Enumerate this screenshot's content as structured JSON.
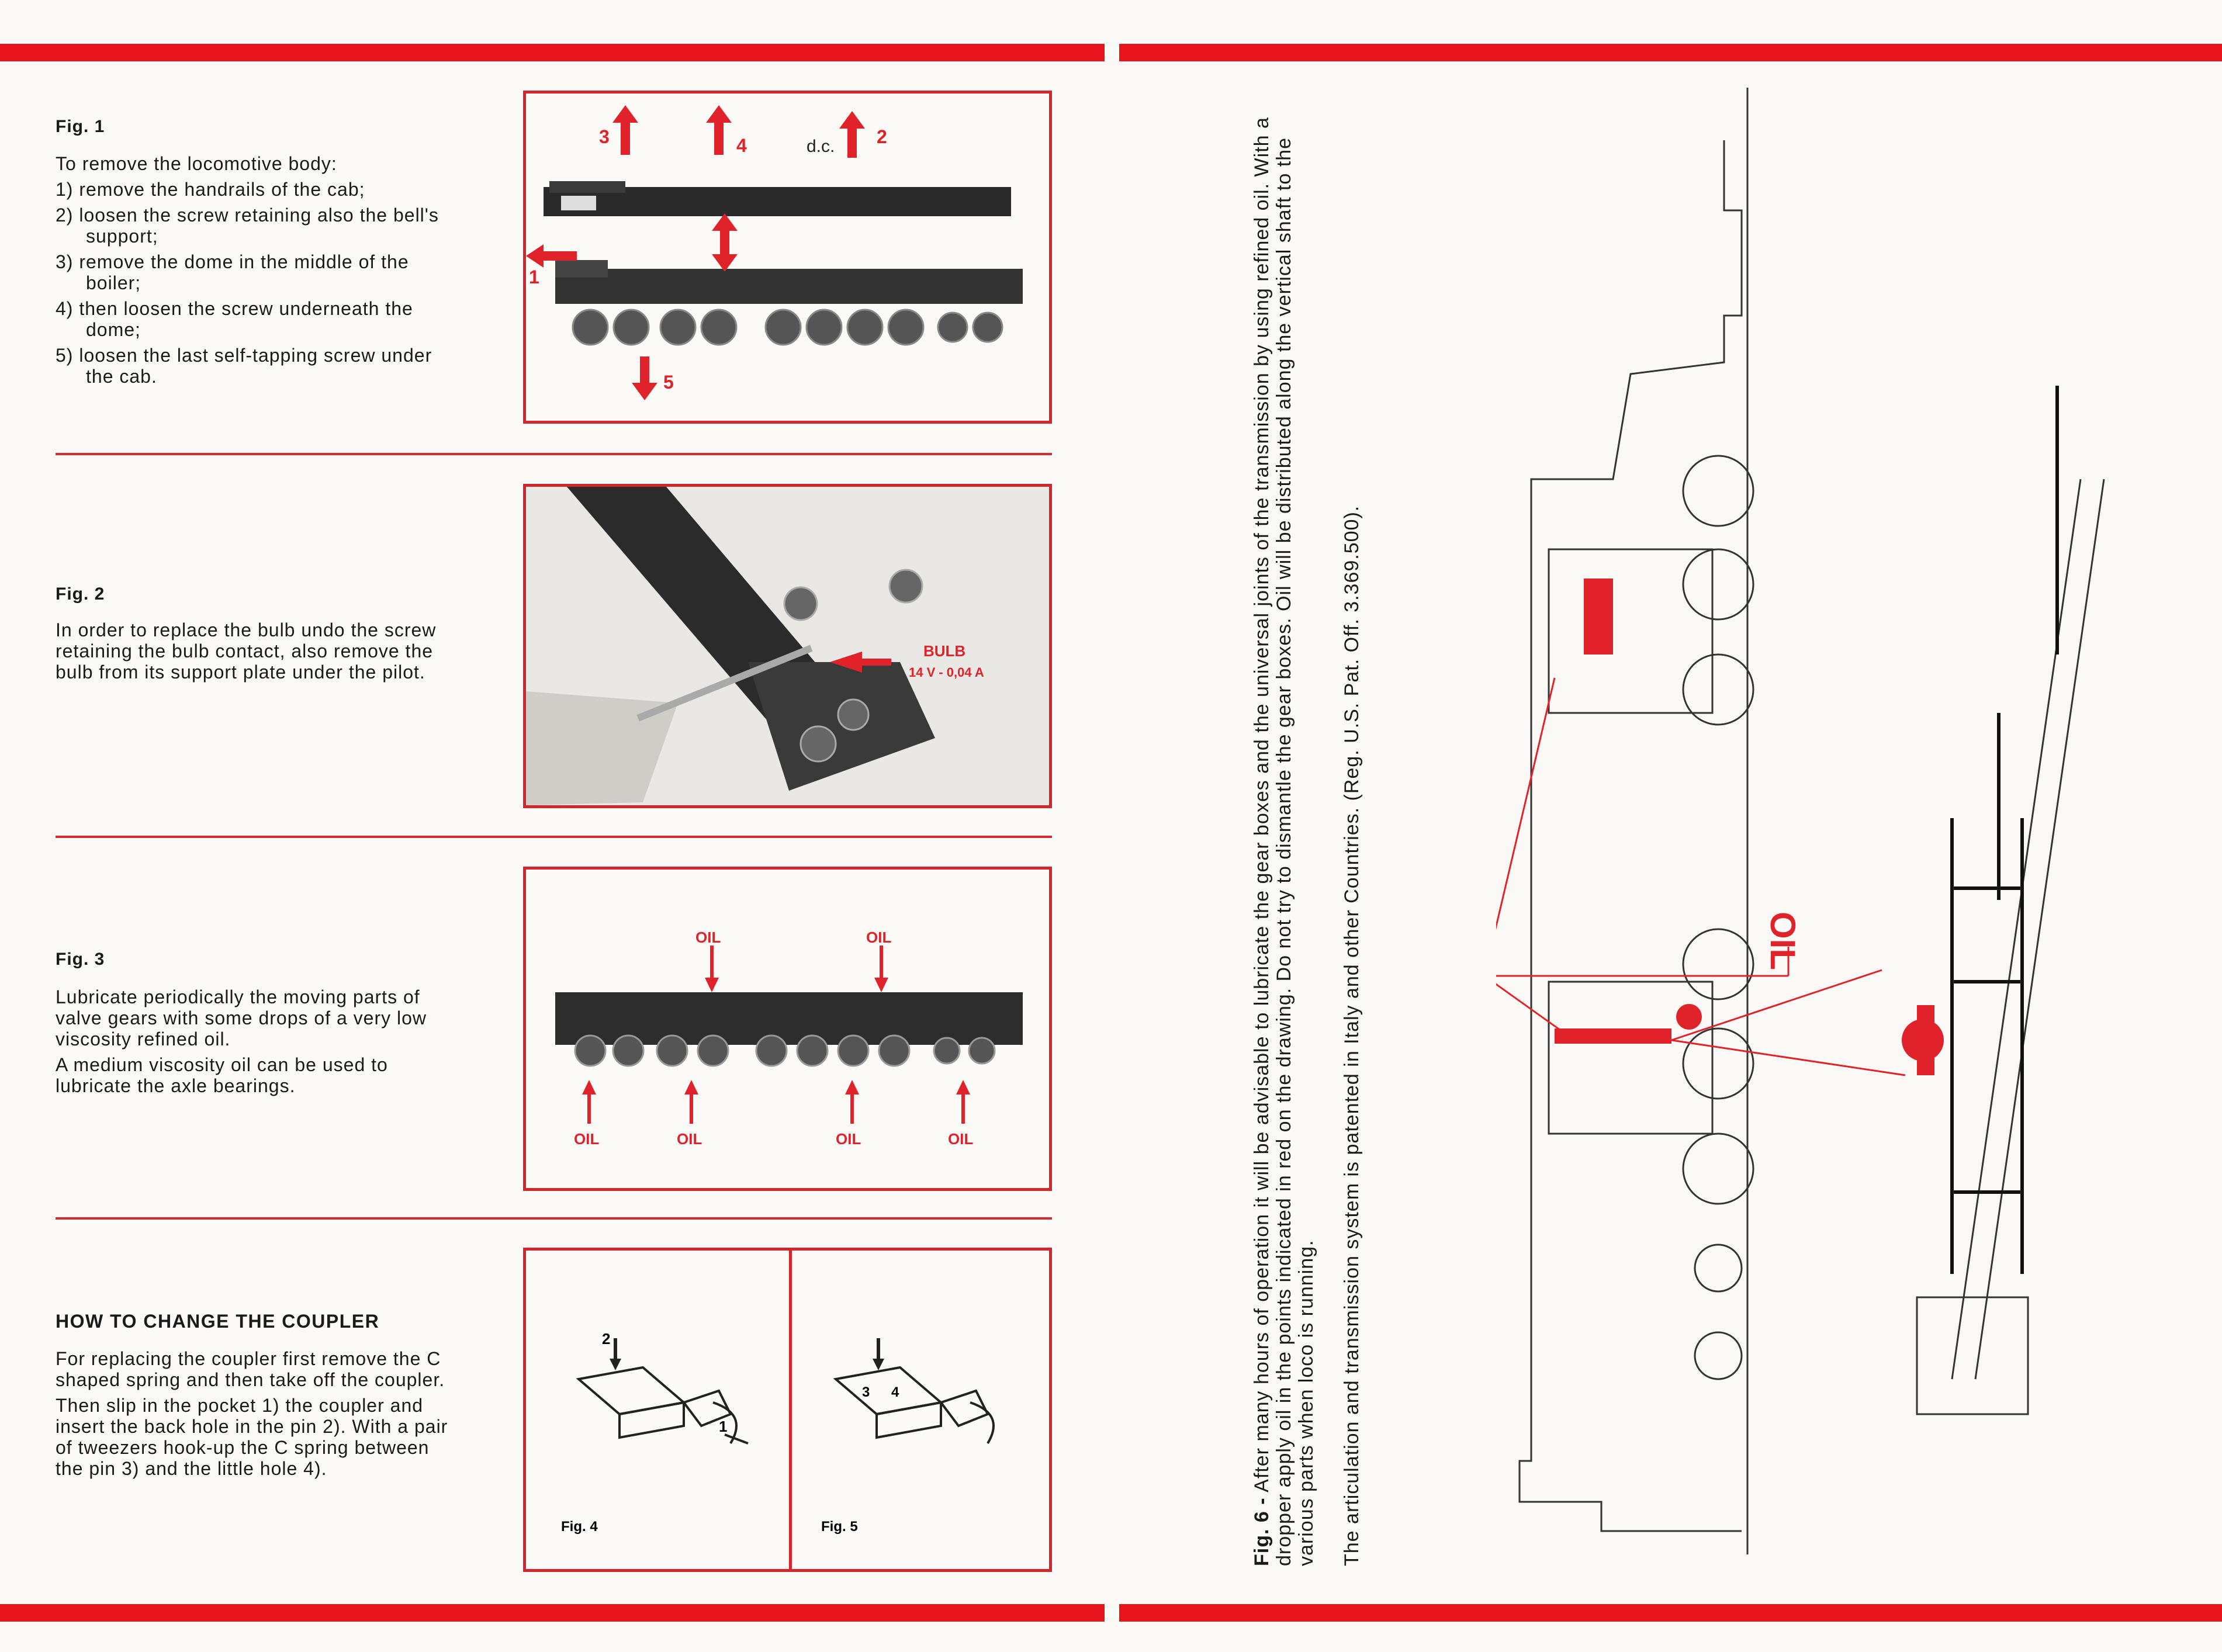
{
  "fig1": {
    "label": "Fig. 1",
    "intro": "To remove the locomotive body:",
    "steps": [
      "1) remove the handrails of the cab;",
      "2) loosen the screw retaining also the bell's support;",
      "3) remove the dome in the middle of the boiler;",
      "4) then loosen the screw underneath the dome;",
      "5) loosen the last self-tapping screw under the cab."
    ],
    "callouts": [
      "1",
      "2",
      "3",
      "4",
      "5"
    ],
    "dc_label": "d.c."
  },
  "fig2": {
    "label": "Fig. 2",
    "text": "In order to replace the bulb undo the screw retaining the bulb contact, also remove the bulb from its support plate under the pilot.",
    "bulb_label": "BULB",
    "bulb_spec": "14 V - 0,04 A"
  },
  "fig3": {
    "label": "Fig. 3",
    "text1": "Lubricate periodically the moving parts of valve gears with some drops of a very low viscosity refined oil.",
    "text2": "A medium viscosity oil can be used to lubricate the axle bearings.",
    "oil_label": "OIL"
  },
  "coupler": {
    "heading": "HOW TO CHANGE THE COUPLER",
    "text1": "For replacing the coupler first remove the C shaped spring and then take off the coupler.",
    "text2": "Then slip in the pocket 1) the coupler and insert the back hole in the pin 2). With a pair of tweezers hook-up the C spring between the pin 3) and the little hole 4).",
    "fig4_label": "Fig. 4",
    "fig5_label": "Fig. 5"
  },
  "fig6": {
    "label": "Fig. 6 -",
    "text": "After many hours of operation it will be advisable to lubricate the gear boxes and the universal joints of the transmission by using refined oil. With a dropper apply oil in the points indicated in red on the drawing. Do not try to dismantle the gear boxes. Oil will be distributed along the vertical shaft to the various parts when loco is running.",
    "patent": "The articulation and transmission system is patented in Italy and other Countries. (Reg. U.S. Pat. Off. 3.369.500).",
    "oil_label": "OIL"
  },
  "colors": {
    "accent_red": "#e8141c",
    "line_red": "#d92a30",
    "paper": "#faf9f5"
  }
}
